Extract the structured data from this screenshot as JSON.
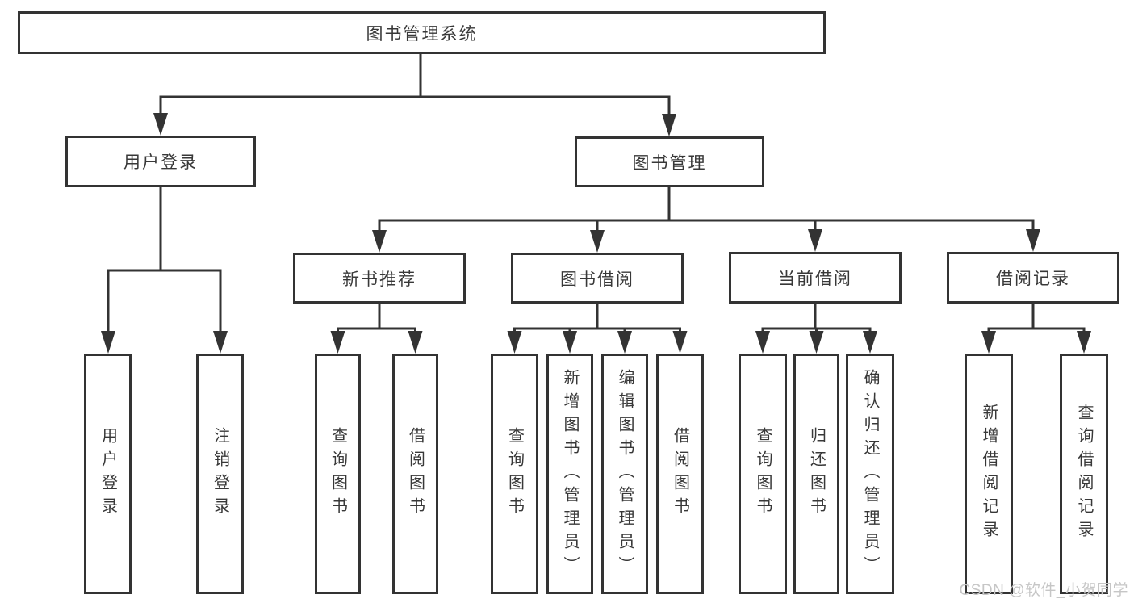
{
  "diagram": {
    "title": "图书管理系统",
    "nodes": {
      "root": "图书管理系统",
      "user_login": "用户登录",
      "book_mgmt": "图书管理",
      "new_book_rec": "新书推荐",
      "book_borrow": "图书借阅",
      "current_borrow": "当前借阅",
      "borrow_records": "借阅记录"
    },
    "leaves": {
      "user_login": "用户登录",
      "logout": "注销登录",
      "rec_query_books": "查询图书",
      "rec_borrow_books": "借阅图书",
      "bb_query_books": "查询图书",
      "bb_add_books": "新增图书（管理员）",
      "bb_edit_books": "编辑图书（管理员）",
      "bb_borrow_books": "借阅图书",
      "cb_query_books": "查询图书",
      "cb_return_books": "归还图书",
      "cb_confirm_return": "确认归还（管理员）",
      "br_add_record": "新增借阅记录",
      "br_query_record": "查询借阅记录"
    },
    "edges": [
      {
        "from": "图书管理系统",
        "to": [
          "用户登录",
          "图书管理"
        ]
      },
      {
        "from": "用户登录",
        "to": [
          "用户登录",
          "注销登录"
        ]
      },
      {
        "from": "图书管理",
        "to": [
          "新书推荐",
          "图书借阅",
          "当前借阅",
          "借阅记录"
        ]
      },
      {
        "from": "新书推荐",
        "to": [
          "查询图书",
          "借阅图书"
        ]
      },
      {
        "from": "图书借阅",
        "to": [
          "查询图书",
          "新增图书（管理员）",
          "编辑图书（管理员）",
          "借阅图书"
        ]
      },
      {
        "from": "当前借阅",
        "to": [
          "查询图书",
          "归还图书",
          "确认归还（管理员）"
        ]
      },
      {
        "from": "借阅记录",
        "to": [
          "新增借阅记录",
          "查询借阅记录"
        ]
      }
    ],
    "colors": {
      "line": "#333333",
      "box_border": "#333333",
      "text": "#383838",
      "background": "#ffffff",
      "watermark": "#c6c6c6"
    },
    "watermark": "CSDN @软件_小贺同学"
  }
}
